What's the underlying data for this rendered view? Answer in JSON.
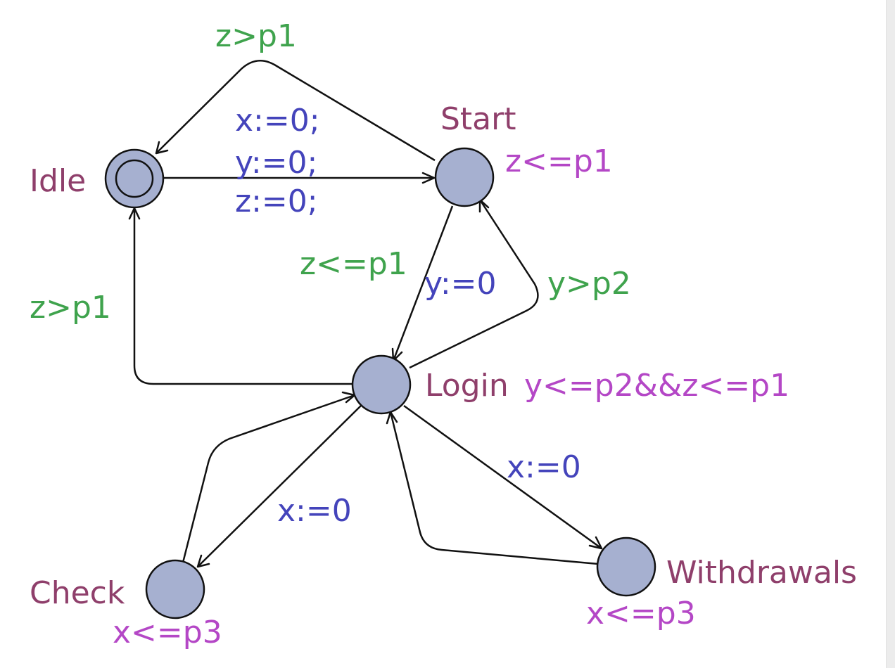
{
  "colors": {
    "location_name": "#8f3f6b",
    "invariant": "#b447c6",
    "guard": "#3fa34d",
    "assignment": "#4444bb",
    "state_fill": "#a6b0d0",
    "stroke": "#111111"
  },
  "locations": {
    "idle": {
      "name": "Idle",
      "initial": true
    },
    "start": {
      "name": "Start",
      "invariant": "z<=p1"
    },
    "login": {
      "name": "Login",
      "invariant": "y<=p2&&z<=p1"
    },
    "check": {
      "name": "Check",
      "invariant": "x<=p3"
    },
    "withdrawals": {
      "name": "Withdrawals",
      "invariant": "x<=p3"
    }
  },
  "edges": {
    "start_to_idle": {
      "guard": "z>p1"
    },
    "idle_to_start": {
      "assign_1": "x:=0;",
      "assign_2": "y:=0;",
      "assign_3": "z:=0;"
    },
    "start_to_login": {
      "guard": "z<=p1",
      "assign": "y:=0"
    },
    "login_to_start": {
      "guard": "y>p2"
    },
    "login_to_idle": {
      "guard": "z>p1"
    },
    "login_to_check": {
      "assign": "x:=0"
    },
    "check_to_login": {},
    "login_to_withdrawals": {
      "assign": "x:=0"
    },
    "withdrawals_to_login": {}
  }
}
